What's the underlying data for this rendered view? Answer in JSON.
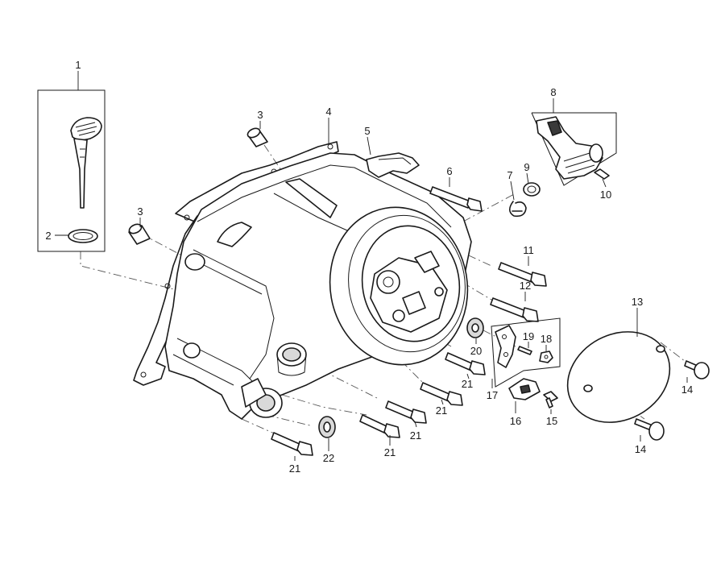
{
  "labels": {
    "p1": "1",
    "p2": "2",
    "p3a": "3",
    "p3b": "3",
    "p4": "4",
    "p5": "5",
    "p6": "6",
    "p7": "7",
    "p8": "8",
    "p9": "9",
    "p10": "10",
    "p11": "11",
    "p12": "12",
    "p13": "13",
    "p14a": "14",
    "p14b": "14",
    "p15": "15",
    "p16": "16",
    "p17": "17",
    "p18": "18",
    "p19": "19",
    "p20": "20",
    "p21a": "21",
    "p21b": "21",
    "p21c": "21",
    "p21d": "21",
    "p21e": "21",
    "p22": "22"
  },
  "colors": {
    "line": "#1a1a1a",
    "background": "#ffffff"
  }
}
